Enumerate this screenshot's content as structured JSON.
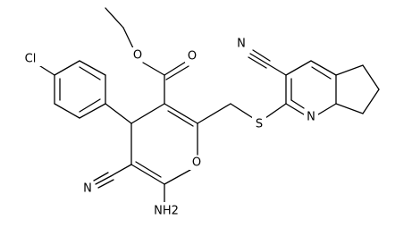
{
  "molecule": {
    "atoms": {
      "o_ether": "O",
      "o_carbonyl": "O",
      "cl": "Cl",
      "n_nitrile_pyridine": "N",
      "s": "S",
      "n_pyridine": "N",
      "o_ring": "O",
      "n_nitrile_pyran": "N",
      "nh2": "NH2"
    }
  }
}
